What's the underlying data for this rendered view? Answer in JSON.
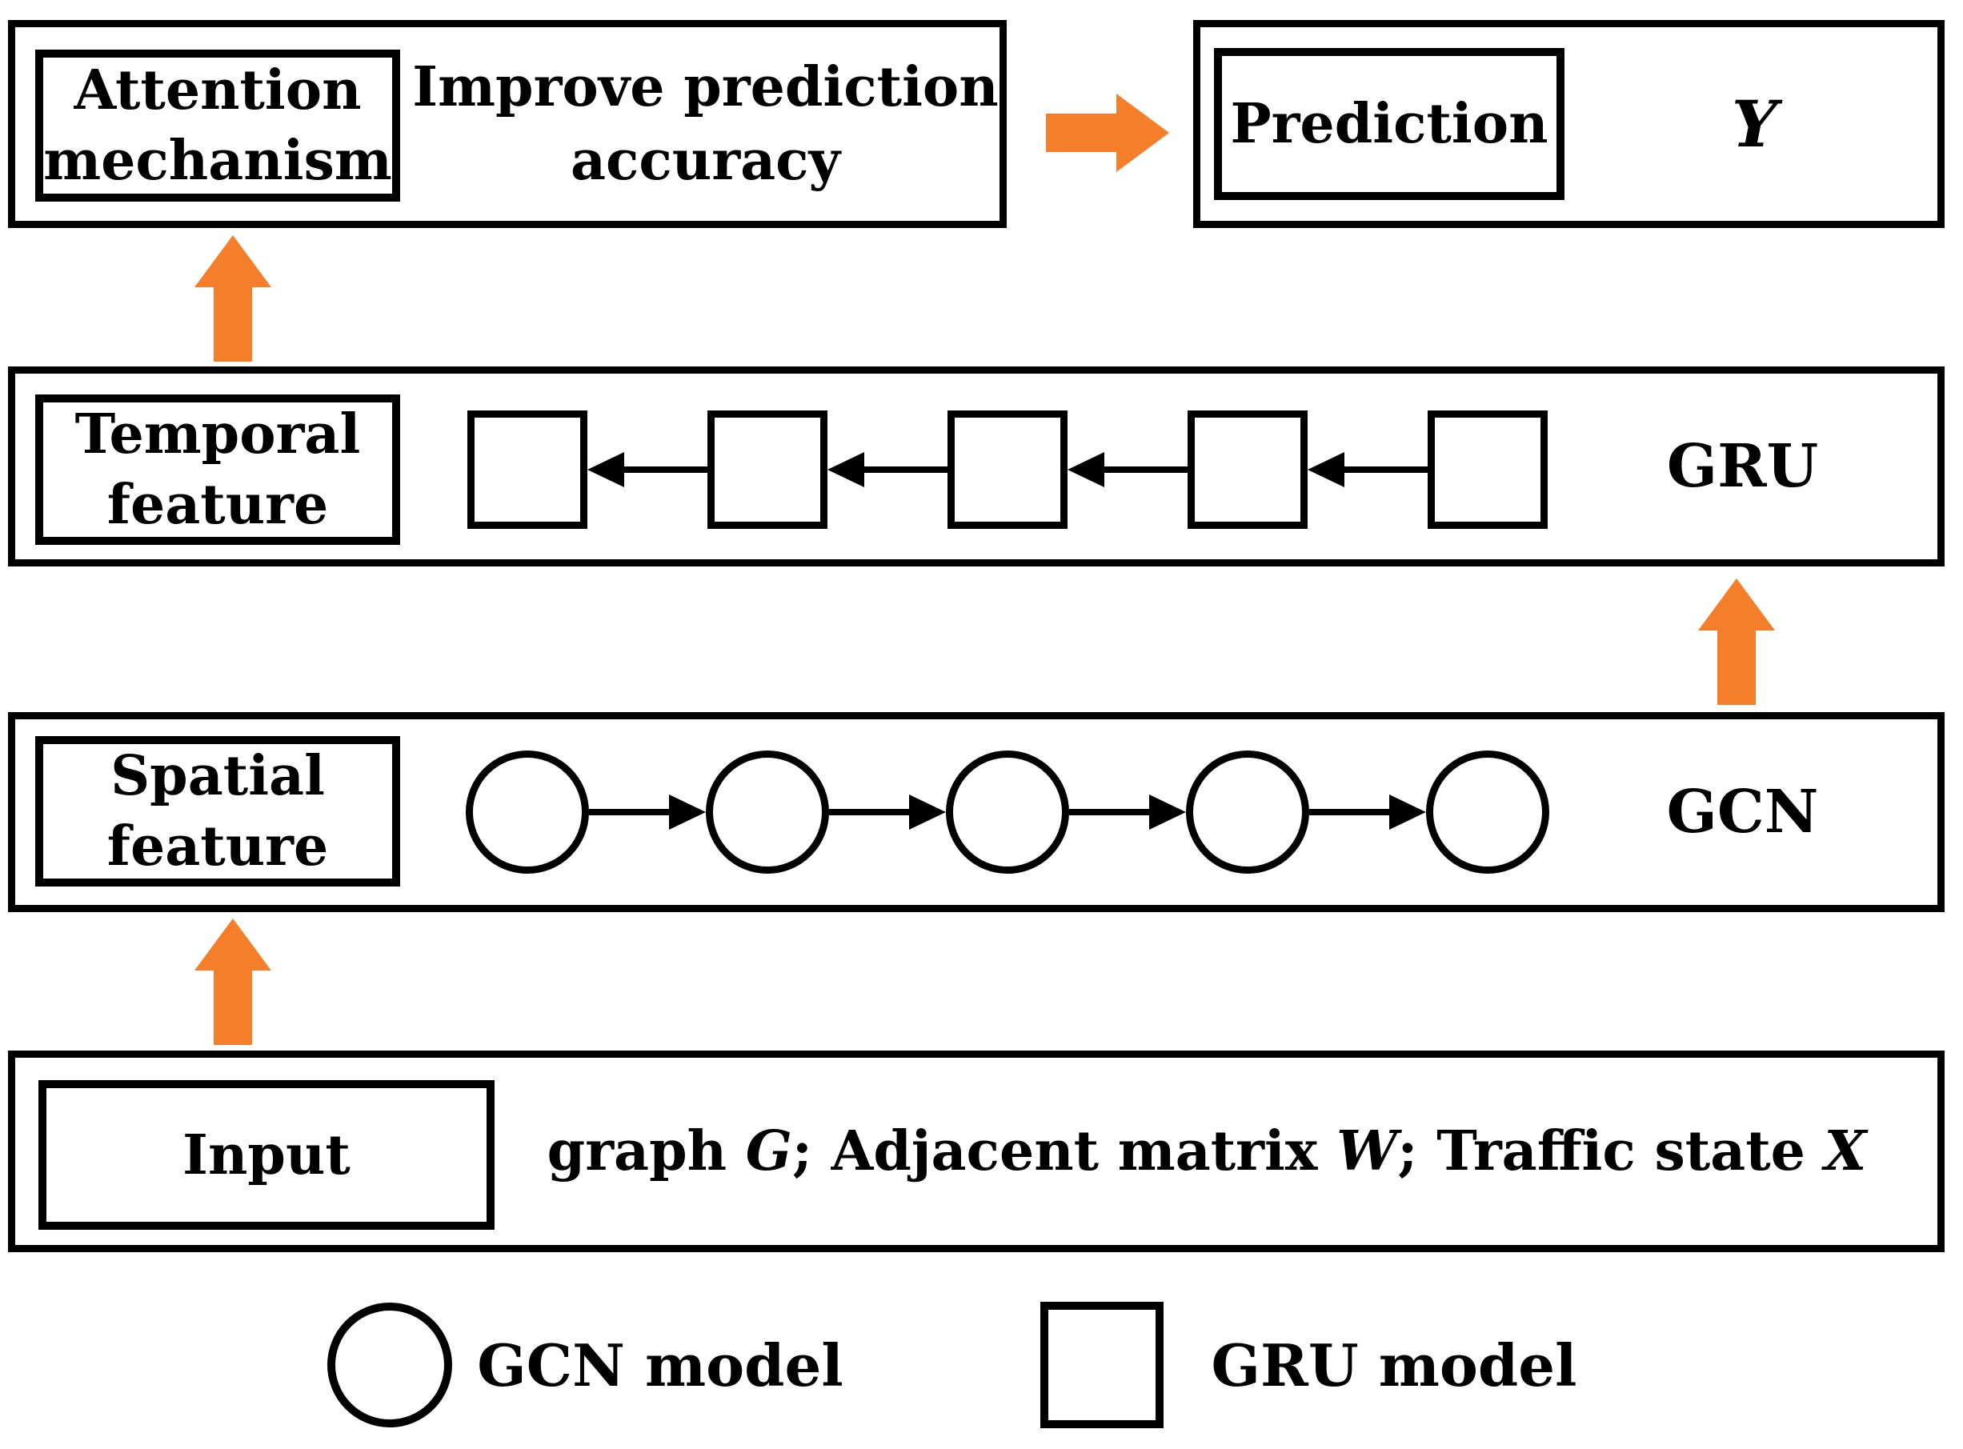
{
  "palette": {
    "orange": "#F57E2B",
    "ink": "#000000",
    "paper": "#FFFFFF"
  },
  "attention_row": {
    "box_line1": "Attention",
    "box_line2": "mechanism",
    "desc_line1": "Improve prediction",
    "desc_line2": "accuracy"
  },
  "prediction_row": {
    "box_label": "Prediction",
    "output_symbol": "Y"
  },
  "gru_row": {
    "box_line1": "Temporal",
    "box_line2": "feature",
    "model_label": "GRU",
    "unit_count": 5,
    "unit_shape": "square",
    "arrow_direction": "left"
  },
  "gcn_row": {
    "box_line1": "Spatial",
    "box_line2": "feature",
    "model_label": "GCN",
    "unit_count": 5,
    "unit_shape": "circle",
    "arrow_direction": "right"
  },
  "input_row": {
    "box_label": "Input",
    "content_segments": [
      {
        "t": "graph ",
        "i": false
      },
      {
        "t": "G",
        "i": true
      },
      {
        "t": "; Adjacent matrix ",
        "i": false
      },
      {
        "t": "W",
        "i": true
      },
      {
        "t": "; Traffic state ",
        "i": false
      },
      {
        "t": "X",
        "i": true
      }
    ]
  },
  "legend": {
    "gcn_label": "GCN model",
    "gru_label": "GRU model"
  }
}
